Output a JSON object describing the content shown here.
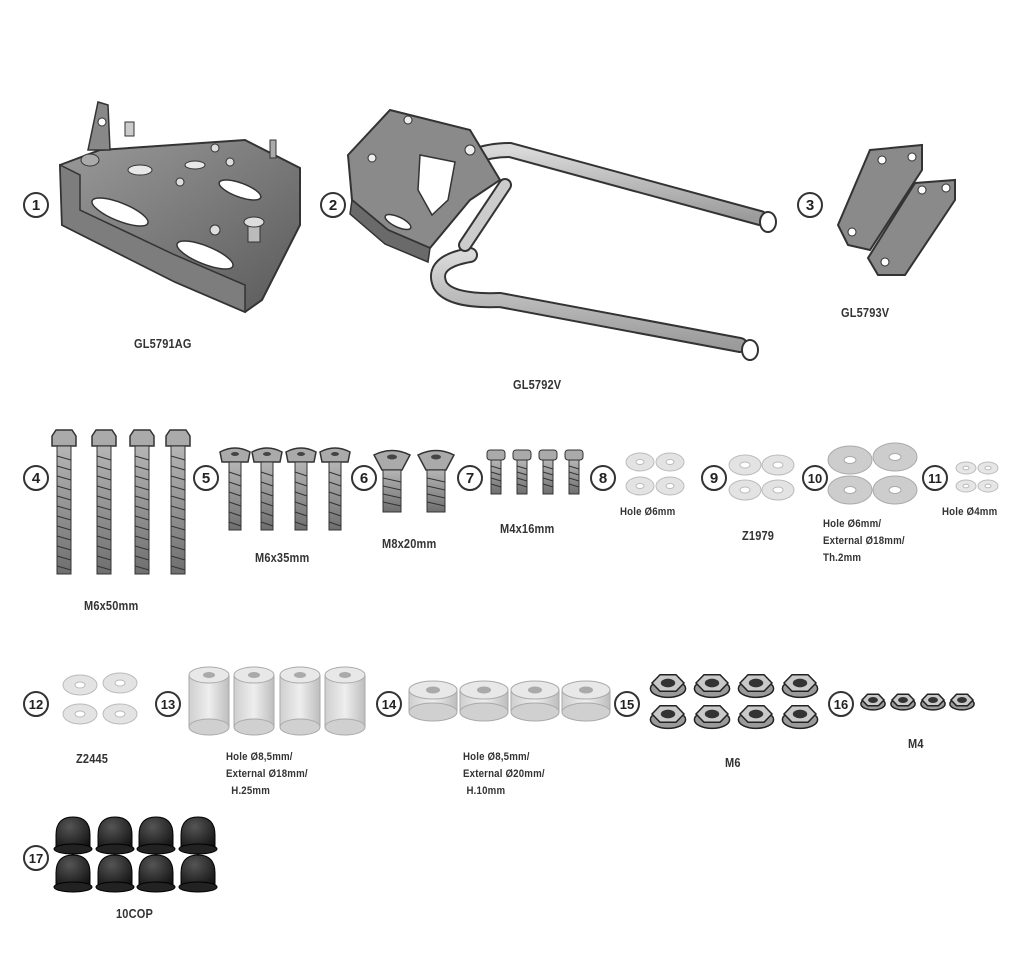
{
  "parts": [
    {
      "number": "1",
      "label": "GL5791AG"
    },
    {
      "number": "2",
      "label": "GL5792V"
    },
    {
      "number": "3",
      "label": "GL5793V"
    },
    {
      "number": "4",
      "label": "M6x50mm"
    },
    {
      "number": "5",
      "label": "M6x35mm"
    },
    {
      "number": "6",
      "label": "M8x20mm"
    },
    {
      "number": "7",
      "label": "M4x16mm"
    },
    {
      "number": "8",
      "label": "Hole Ø6mm"
    },
    {
      "number": "9",
      "label": "Z1979"
    },
    {
      "number": "10",
      "label_lines": [
        "Hole Ø6mm/",
        "External Ø18mm/",
        "Th.2mm"
      ]
    },
    {
      "number": "11",
      "label": "Hole Ø4mm"
    },
    {
      "number": "12",
      "label": "Z2445"
    },
    {
      "number": "13",
      "label_lines": [
        "Hole Ø8,5mm/",
        "External Ø18mm/",
        "H.25mm"
      ]
    },
    {
      "number": "14",
      "label_lines": [
        "Hole Ø8,5mm/",
        "External Ø20mm/",
        "H.10mm"
      ]
    },
    {
      "number": "15",
      "label": "M6"
    },
    {
      "number": "16",
      "label": "M4"
    },
    {
      "number": "17",
      "label": "10COP"
    }
  ]
}
